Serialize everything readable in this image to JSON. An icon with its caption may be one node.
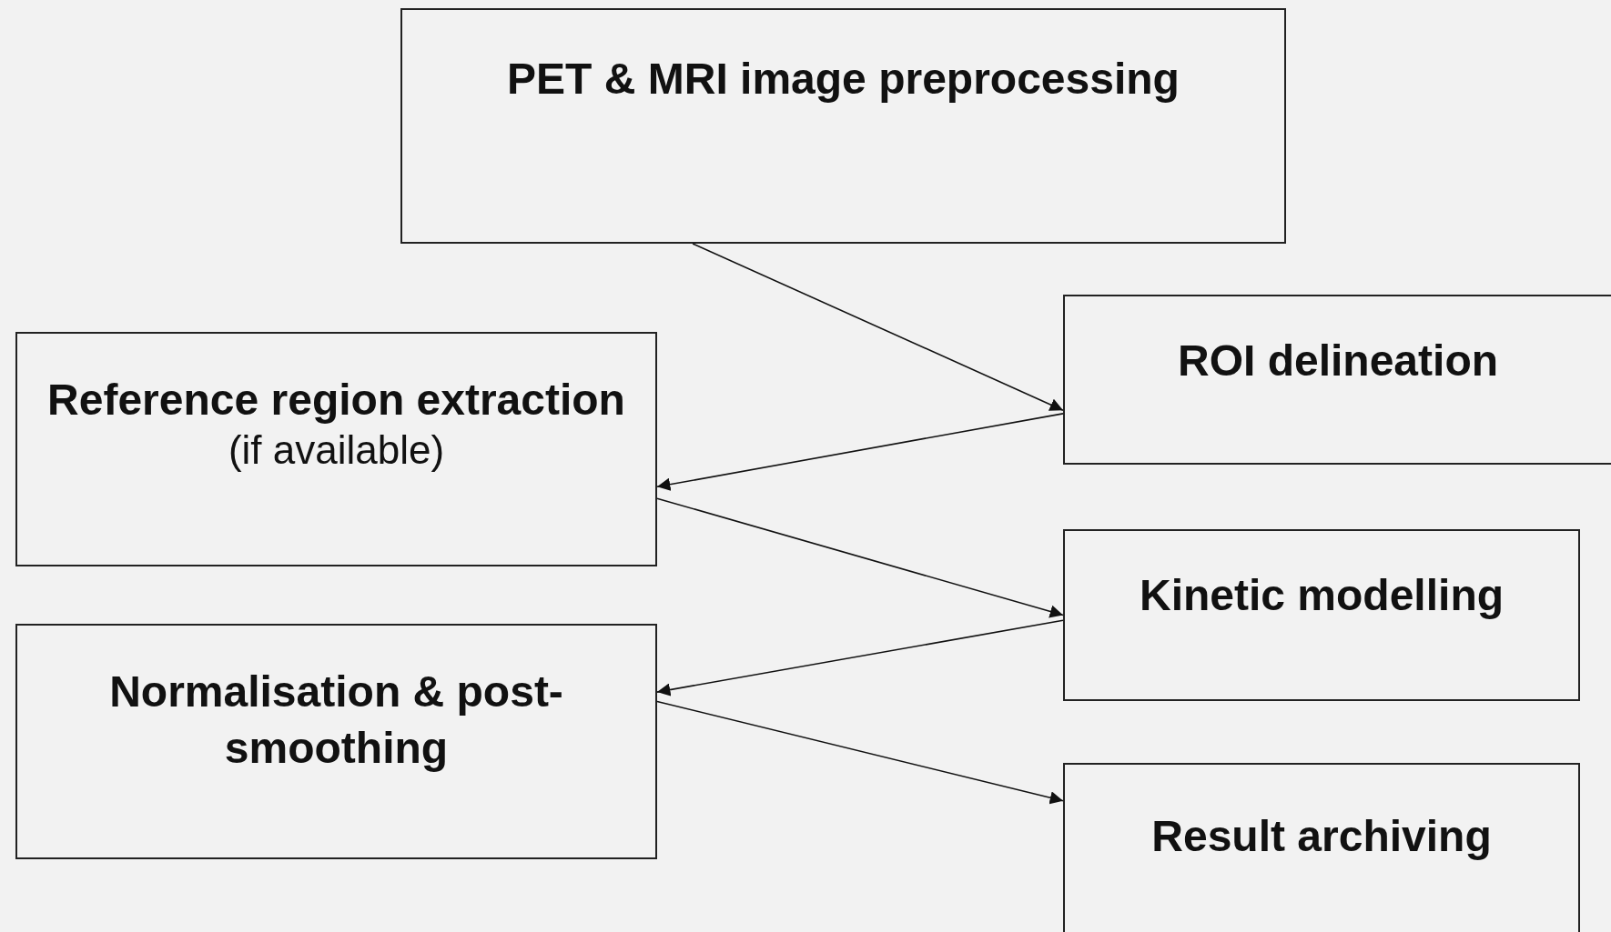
{
  "diagram": {
    "nodes": [
      {
        "text": [
          "PET & MRI image preprocessing"
        ]
      },
      {
        "text": [
          "ROI delineation"
        ]
      },
      {
        "text": [
          "Reference region extraction",
          "(if available)"
        ]
      },
      {
        "text": [
          "Kinetic modelling"
        ]
      },
      {
        "text": [
          "Normalisation & post-smoothing"
        ]
      },
      {
        "text": [
          "Result archiving"
        ]
      }
    ],
    "edges": [
      {
        "from": 0,
        "to": 1,
        "arrow": "to"
      },
      {
        "from": 1,
        "to": 2,
        "arrow": "to"
      },
      {
        "from": 2,
        "to": 3,
        "arrow": "to"
      },
      {
        "from": 3,
        "to": 4,
        "arrow": "to"
      },
      {
        "from": 4,
        "to": 5,
        "arrow": "to"
      }
    ]
  }
}
